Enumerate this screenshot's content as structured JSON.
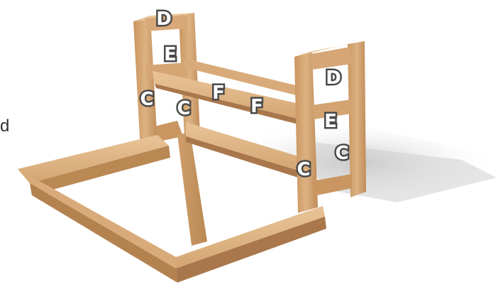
{
  "side_text": "d",
  "labels": [
    {
      "id": "d-left",
      "text": "D"
    },
    {
      "id": "e-left",
      "text": "E"
    },
    {
      "id": "c-left-post",
      "text": "C"
    },
    {
      "id": "c-center",
      "text": "C"
    },
    {
      "id": "f-left",
      "text": "F"
    },
    {
      "id": "f-right",
      "text": "F"
    },
    {
      "id": "d-right",
      "text": "D"
    },
    {
      "id": "e-right",
      "text": "E"
    },
    {
      "id": "c-right-inner",
      "text": "C"
    },
    {
      "id": "c-right-outer",
      "text": "C"
    }
  ],
  "colors": {
    "wood_light": "#e2b88a",
    "wood_mid": "#cf9e6c",
    "wood_dark": "#a9774b",
    "shadow": "#c8c8c8"
  }
}
